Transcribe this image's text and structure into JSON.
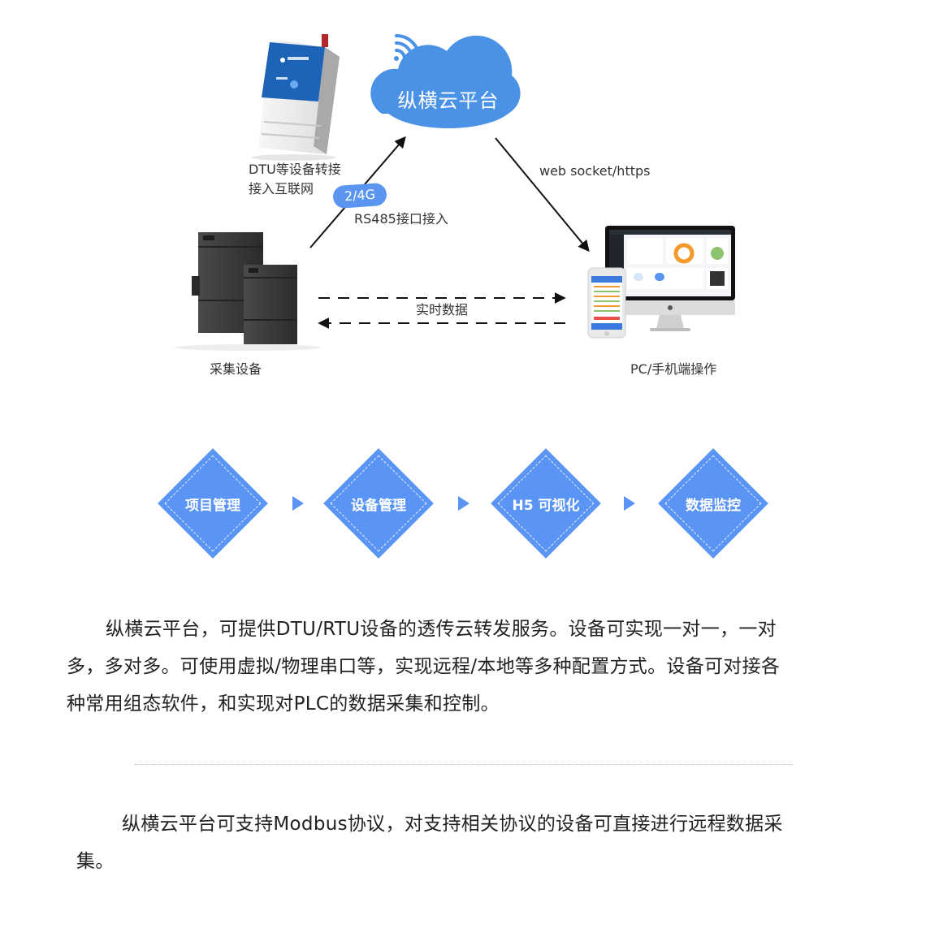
{
  "diagram": {
    "cloud_label": "纵横云平台",
    "dtu_caption_line1": "DTU等设备转接",
    "dtu_caption_line2": "接入互联网",
    "network_badge": "2/4G",
    "rs485_label": "RS485接口接入",
    "websocket_label": "web socket/https",
    "realtime_label": "实时数据",
    "collector_caption": "采集设备",
    "pc_caption": "PC/手机端操作",
    "colors": {
      "accent": "#5b95f2",
      "cloud": "#4a92e6"
    }
  },
  "flow": {
    "steps": [
      "项目管理",
      "设备管理",
      "H5 可视化",
      "数据监控"
    ]
  },
  "text": {
    "para1_line1": "纵横云平台，可提供DTU/RTU设备的透传云转发服务。设备可实现一对一，一对",
    "para1_line2": "多，多对多。可使用虚拟/物理串口等，实现远程/本地等多种配置方式。设备可对接各",
    "para1_line3": "种常用组态软件，和实现对PLC的数据采集和控制。",
    "para2_line1": "纵横云平台可支持Modbus协议，对支持相关协议的设备可直接进行远程数据采",
    "para2_line2": "集。"
  }
}
